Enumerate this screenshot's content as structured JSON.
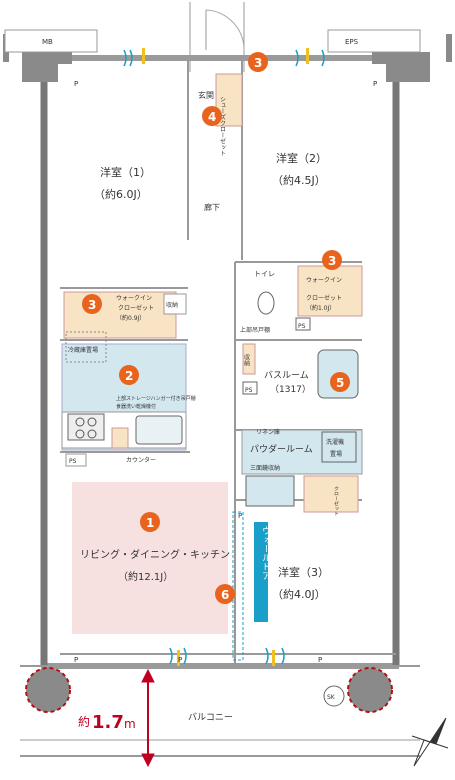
{
  "labels": {
    "mb": "MB",
    "eps": "EPS",
    "p": "P",
    "genkan": "玄関",
    "shoes_closet": "シューズクローゼット",
    "corridor": "廊下",
    "western1_name": "洋室（1）",
    "western1_size": "（約6.0J）",
    "western2_name": "洋室（2）",
    "western2_size": "（約4.5J）",
    "toilet": "トイレ",
    "wic_right": "ウォークイン",
    "closet_right": "クローゼット",
    "closet_right_size": "（約1.0J）",
    "wic_left": "ウォークイン",
    "closet_left": "クローゼット",
    "closet_left_size": "（約0.9J）",
    "storage": "収納",
    "upper_cabinet": "上部吊戸棚",
    "ps": "PS",
    "fridge": "冷蔵庫置場",
    "upper_storage_a": "上部ストレージハンガー付き吊戸棚",
    "upper_storage_b": "食器洗い乾燥機付",
    "counter": "カウンター",
    "storage2": "収納",
    "bathroom": "バスルーム",
    "bathroom_size": "（1317）",
    "linen": "リネン庫",
    "powder": "パウダールーム",
    "washer_a": "洗濯機",
    "washer_b": "置場",
    "mirror_storage": "三面鏡収納",
    "closet_small": "クローゼット",
    "ldk_name": "リビング・ダイニング・キッチン",
    "ldk_size": "（約12.1J）",
    "western3_name": "洋室（3）",
    "western3_size": "（約4.0J）",
    "wall_door": "ウォールドア",
    "balcony": "バルコニー",
    "sk": "SK",
    "dimension_prefix": "約",
    "dimension_value": "1.7",
    "dimension_unit": "m"
  },
  "badges": [
    "1",
    "2",
    "3",
    "3",
    "3",
    "4",
    "5",
    "6"
  ],
  "colors": {
    "badge": "#e8641e",
    "closet_fill": "#f8e4c4",
    "kitchen_fill": "#d3e7ef",
    "ldk_fill": "#f6e0e0",
    "wall_door": "#1aa0c8",
    "dimension": "#c00020",
    "wall": "#8a8a8a"
  }
}
